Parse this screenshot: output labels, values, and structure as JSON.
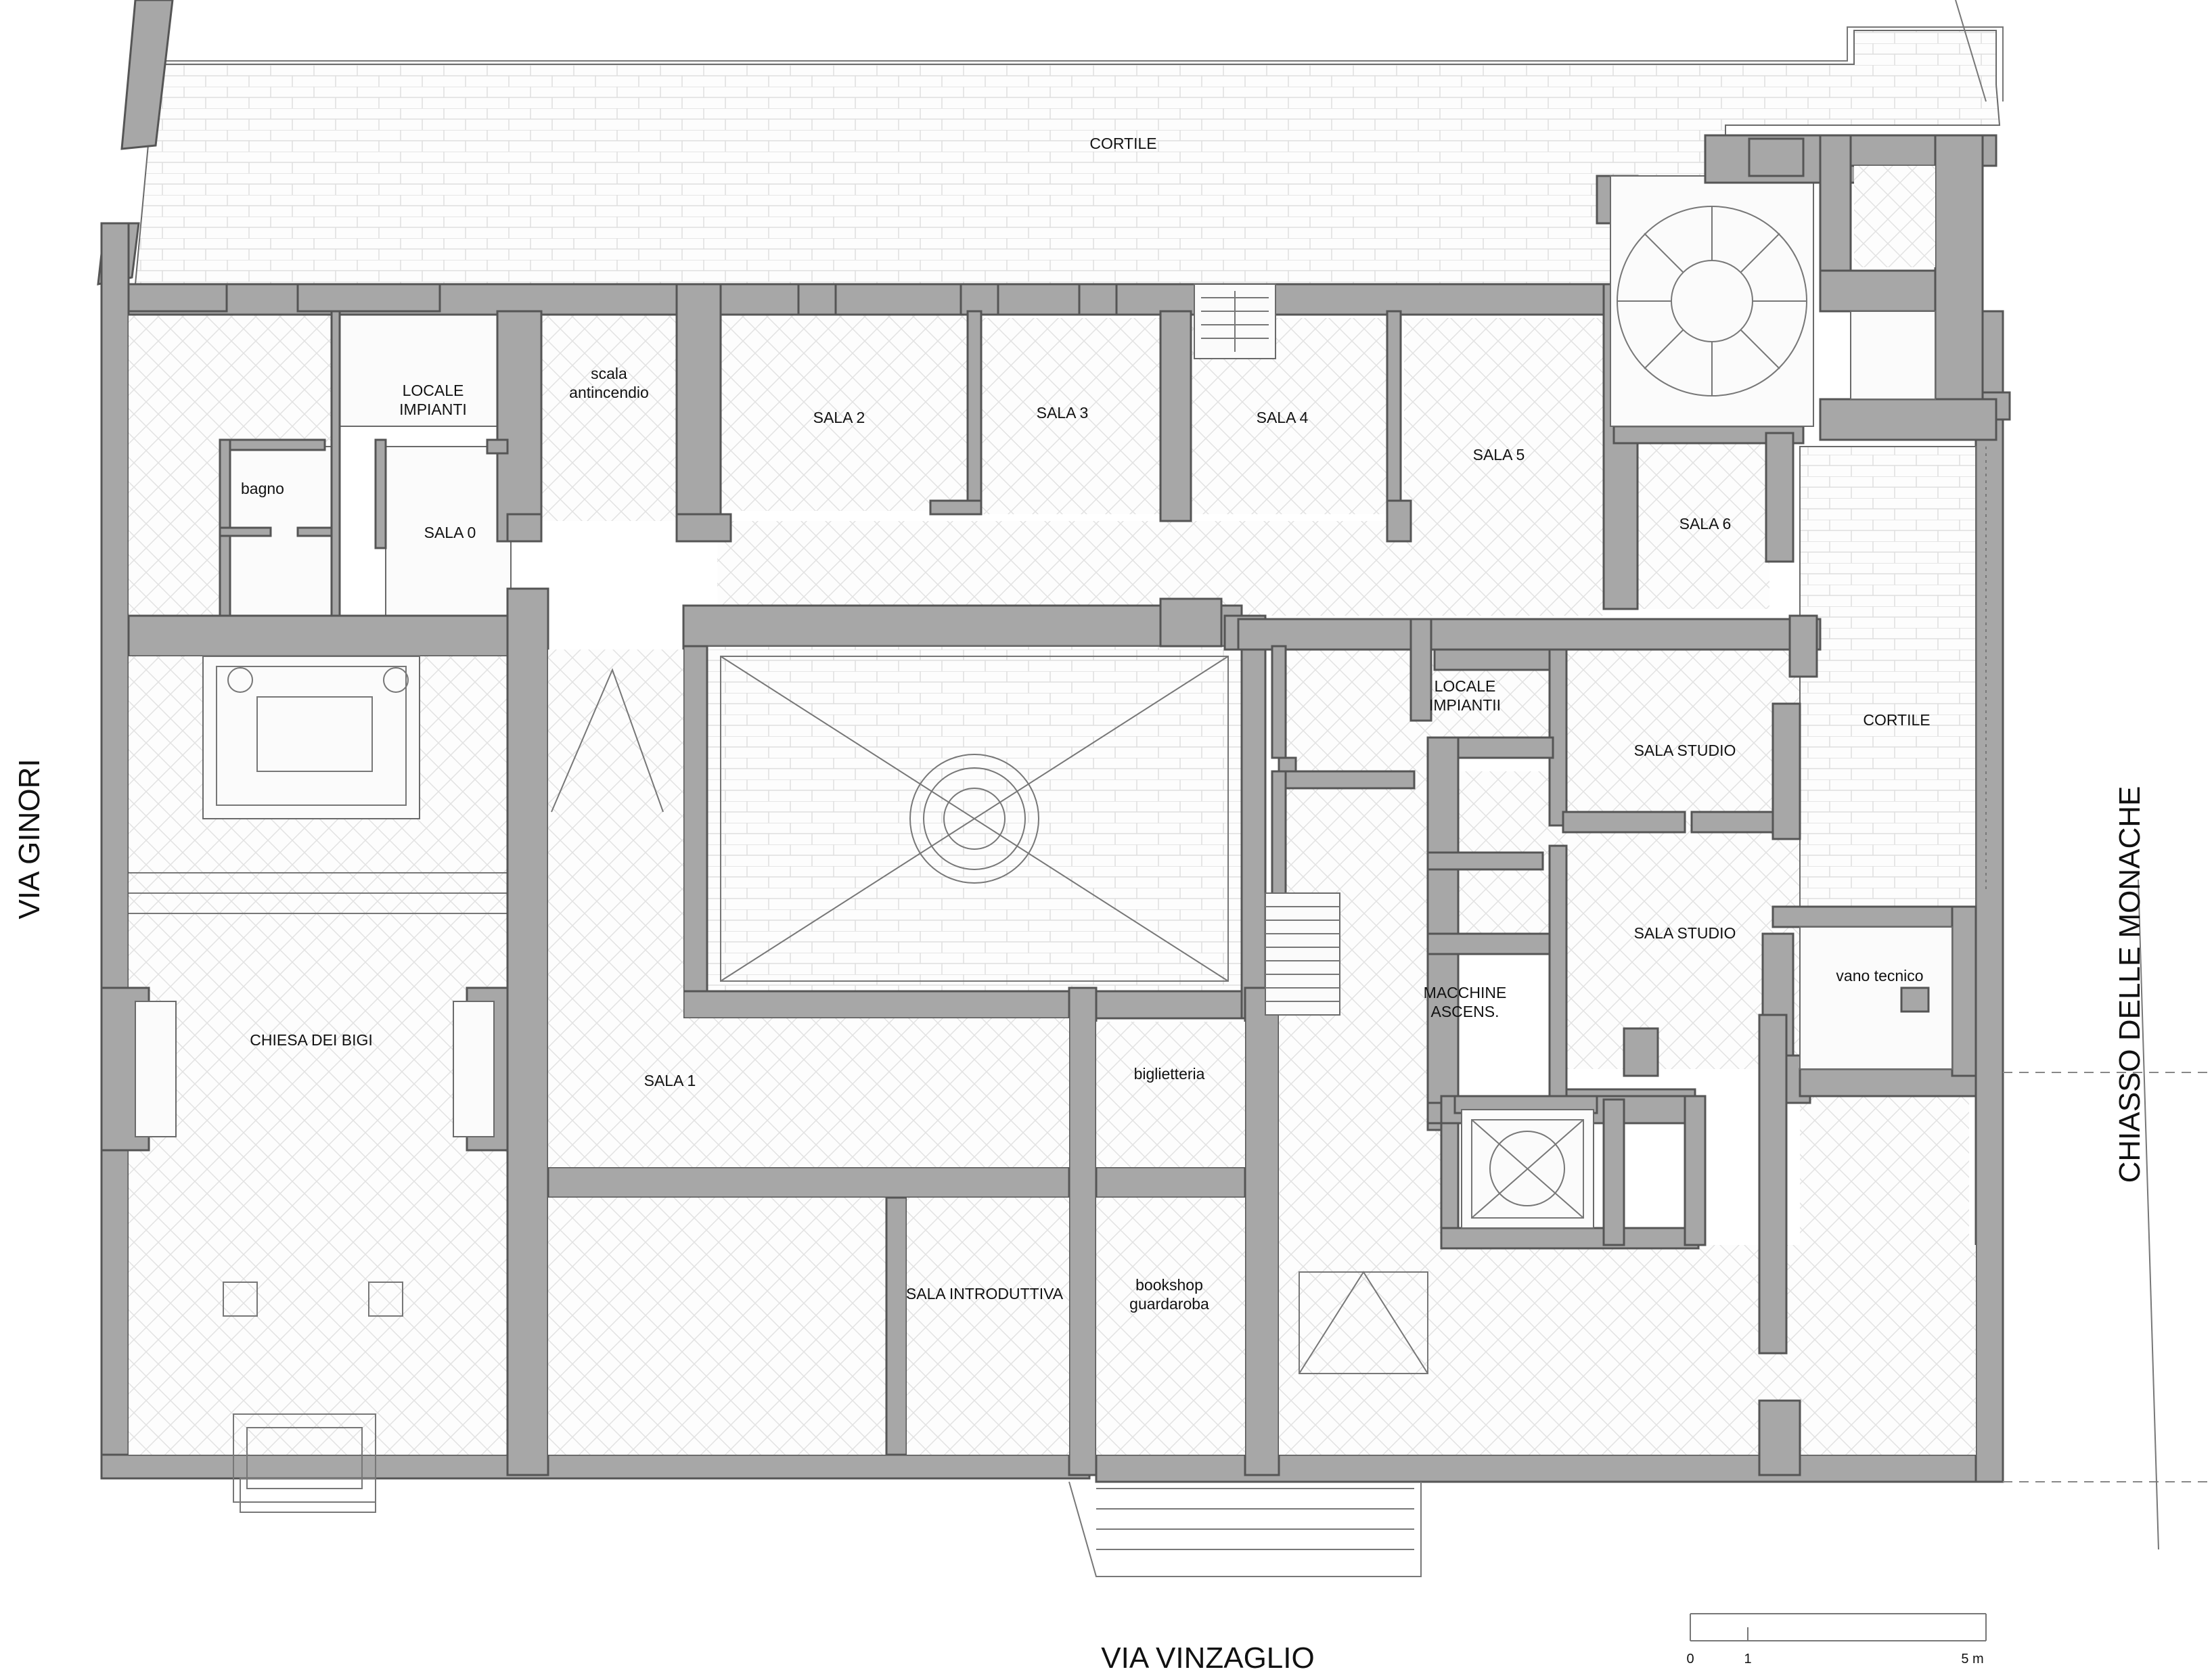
{
  "streets": {
    "west": "VIA GINORI",
    "east": "CHIASSO DELLE MONACHE",
    "south": "VIA VINZAGLIO"
  },
  "rooms": {
    "cortile_north": "CORTILE",
    "locale_impianti_1_line1": "LOCALE",
    "locale_impianti_1_line2": "IMPIANTI",
    "scala_line1": "scala",
    "scala_line2": "antincendio",
    "sala2": "SALA 2",
    "sala3": "SALA 3",
    "sala4": "SALA 4",
    "sala5": "SALA 5",
    "sala6": "SALA 6",
    "bagno": "bagno",
    "sala0": "SALA 0",
    "locale_impianti_2_line1": "LOCALE",
    "locale_impianti_2_line2": "IMPIANTII",
    "sala_studio_1": "SALA STUDIO",
    "cortile_east": "CORTILE",
    "sala_studio_2": "SALA STUDIO",
    "macchine_line1": "MACCHINE",
    "macchine_line2": "ASCENS.",
    "vano_tecnico": "vano tecnico",
    "chiesa": "CHIESA DEI BIGI",
    "sala1": "SALA 1",
    "biglietteria": "biglietteria",
    "sala_introduttiva": "SALA INTRODUTTIVA",
    "bookshop_line1": "bookshop",
    "bookshop_line2": "guardaroba"
  },
  "scale_bar": {
    "tick_0": "0",
    "tick_1": "1",
    "tick_5": "5 m"
  },
  "colors": {
    "wall": "#a7a7a7",
    "floor_pattern": "#dcdcdc",
    "text": "#111111"
  }
}
